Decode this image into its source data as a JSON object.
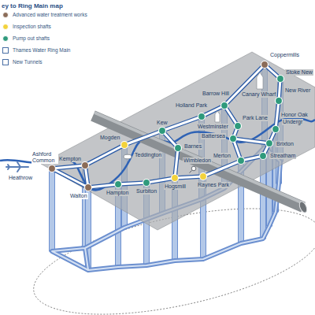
{
  "diagram": {
    "title": "ey to Ring Main map",
    "labels": [
      "Coppermills",
      "Stoke New",
      "Canary Wharf",
      "New River",
      "Barrow Hill",
      "Holland Park",
      "Westminster",
      "Park Lane",
      "Honor Oak",
      "Undergr",
      "Kew",
      "Battersea",
      "Brixton",
      "Mogden",
      "Barnes",
      "Streatham",
      "Teddington",
      "Merton",
      "Ashford Common",
      "Kempton",
      "Wimbledon",
      "Heathrow",
      "Surbiton",
      "Hogsmill",
      "Raynes Park",
      "Hampton",
      "Walton"
    ],
    "legend": [
      {
        "text": "Advanced water treatment works",
        "color": "#8b6c58"
      },
      {
        "text": "Inspection shafts",
        "color": "#f2d23c"
      },
      {
        "text": "Pump out shafts",
        "color": "#2f9a7c"
      },
      {
        "text": "Thames Water Ring Main",
        "color": "#ffffff"
      },
      {
        "text": "New Tunnels",
        "color": "#ffffff"
      }
    ]
  }
}
